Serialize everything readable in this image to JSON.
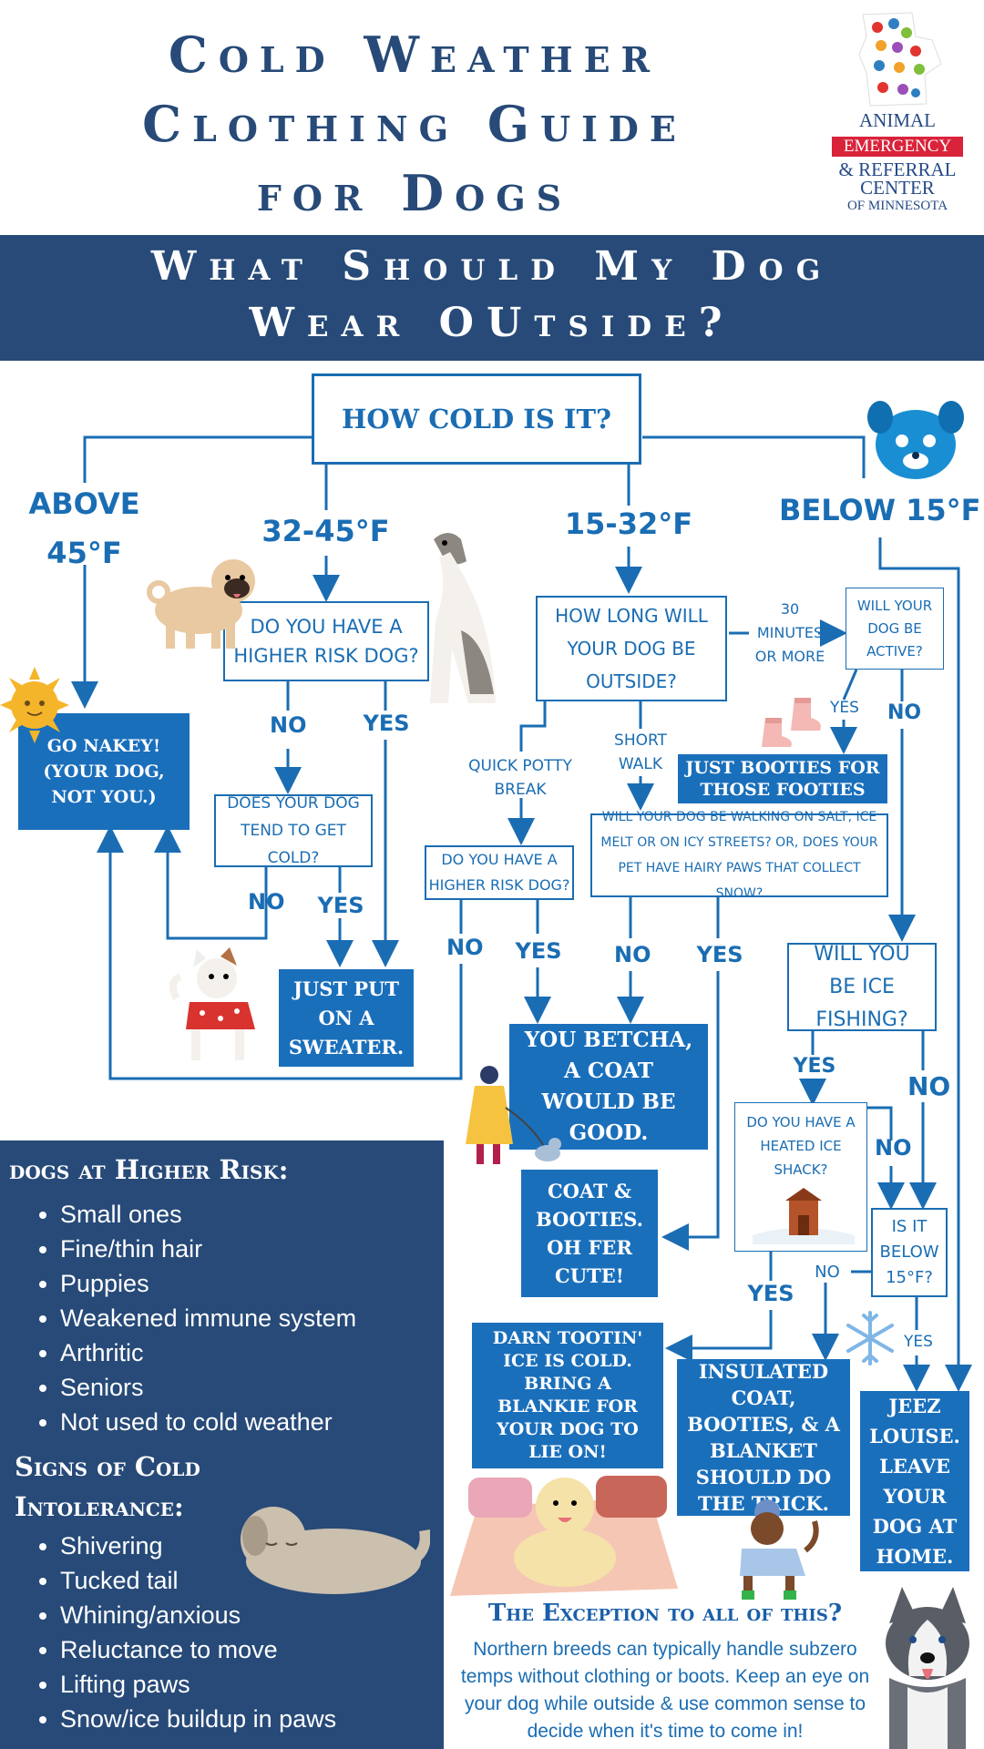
{
  "header": {
    "title_lines": [
      "Cold Weather",
      "Clothing Guide",
      "for Dogs"
    ],
    "banner_lines": [
      "What Should My Dog",
      "Wear OUtside?"
    ]
  },
  "logo": {
    "line1": "ANIMAL",
    "line2": "EMERGENCY",
    "line3": "& REFERRAL",
    "line4": "CENTER",
    "line5": "OF MINNESOTA"
  },
  "flow": {
    "root": "HOW COLD IS IT?",
    "temps": {
      "above45_l1": "ABOVE",
      "above45_l2": "45°F",
      "t32_45": "32-45°F",
      "t15_32": "15-32°F",
      "below15": "BELOW 15°F"
    },
    "q_higher_risk_1": "DO YOU HAVE A HIGHER RISK DOG?",
    "q_tend_cold": "DOES YOUR DOG TEND TO GET COLD?",
    "q_how_long": "HOW LONG WILL YOUR DOG BE OUTSIDE?",
    "q_will_active": "WILL YOUR DOG BE ACTIVE?",
    "q_salt": "WILL YOUR DOG BE WALKING ON SALT, ICE MELT OR ON ICY STREETS? OR, DOES YOUR PET HAVE HAIRY PAWS THAT COLLECT SNOW?",
    "q_higher_risk_2": "DO YOU HAVE A HIGHER RISK DOG?",
    "q_ice_fishing": "WILL YOU BE ICE FISHING?",
    "q_heated_shack": "DO YOU HAVE A HEATED ICE SHACK?",
    "q_below15": "IS IT BELOW 15°F?",
    "lbl_30min": "30 MINUTES OR MORE",
    "lbl_quick": "QUICK POTTY BREAK",
    "lbl_short": "SHORT WALK",
    "yes": "YES",
    "no": "NO",
    "a_nakey": "GO NAKEY! (YOUR DOG, NOT YOU.)",
    "a_sweater": "JUST PUT ON A SWEATER.",
    "a_booties": "JUST BOOTIES FOR THOSE FOOTIES",
    "a_coat": "YOU BETCHA, A COAT WOULD BE GOOD.",
    "a_coat_booties": "COAT & BOOTIES. OH FER CUTE!",
    "a_blankie": "DARN TOOTIN' ICE IS COLD. BRING A BLANKIE FOR YOUR DOG TO LIE ON!",
    "a_insulated": "INSULATED COAT, BOOTIES, & A BLANKET SHOULD DO THE TRICK.",
    "a_jeez": "JEEZ LOUISE. LEAVE YOUR DOG AT HOME."
  },
  "risk": {
    "heading": "dogs at Higher Risk:",
    "items": [
      "Small ones",
      "Fine/thin hair",
      "Puppies",
      "Weakened immune system",
      "Arthritic",
      "Seniors",
      "Not used to cold weather"
    ]
  },
  "signs": {
    "heading_l1": "Signs of Cold",
    "heading_l2": "Intolerance:",
    "items": [
      "Shivering",
      "Tucked tail",
      "Whining/anxious",
      "Reluctance to move",
      "Lifting paws",
      "Snow/ice buildup in paws"
    ]
  },
  "exception": {
    "title": "The Exception to all of this?",
    "body": "Northern breeds can typically handle subzero temps without clothing or boots. Keep an eye on your dog while outside & use common sense to decide when it's time to come in!"
  },
  "colors": {
    "navy": "#274a78",
    "blue": "#1a6fbb",
    "line": "#1a6db3",
    "red": "#d9233a"
  },
  "icons": [
    "pug-dog-icon",
    "greyhound-dog-icon",
    "sun-icon",
    "snowflake-dog-icon",
    "booties-icon",
    "sweater-dog-icon",
    "woman-walking-dog-icon",
    "ice-shack-icon",
    "snowflake-icon",
    "blanket-dog-icon",
    "insulated-dog-icon",
    "sleeping-dog-icon",
    "husky-icon"
  ]
}
